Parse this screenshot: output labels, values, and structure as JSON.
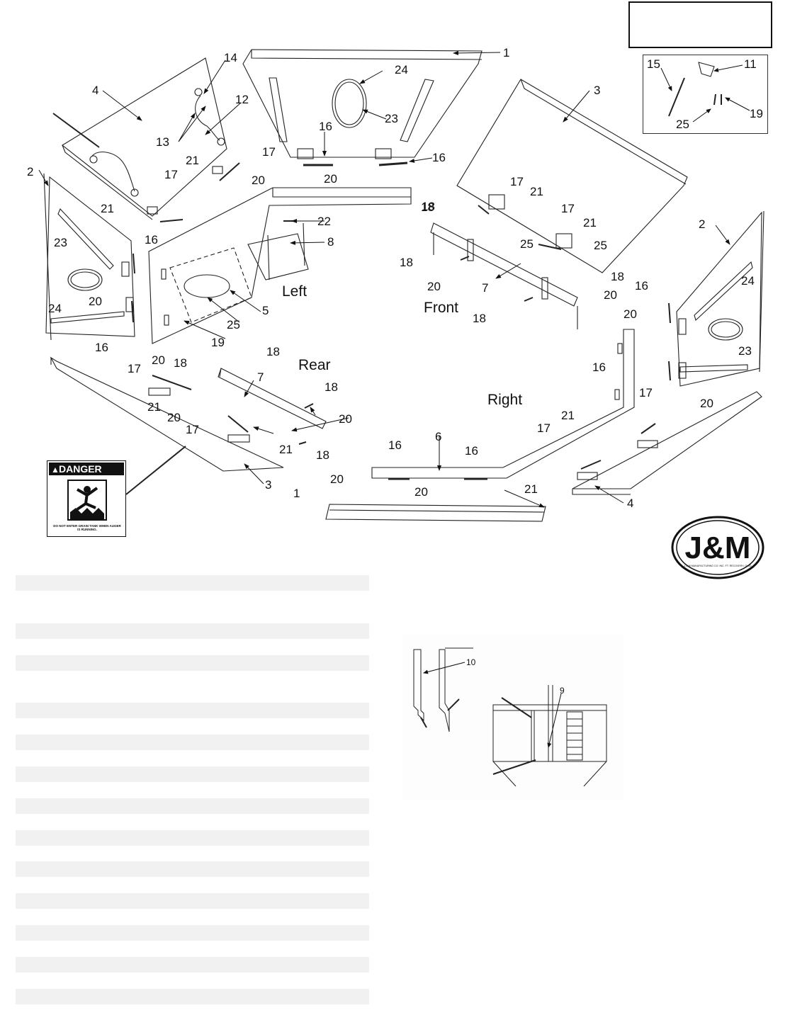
{
  "regions": {
    "left": "Left",
    "front": "Front",
    "rear": "Rear",
    "right": "Right"
  },
  "callouts": [
    {
      "id": "c1a",
      "text": "1"
    },
    {
      "id": "c1b",
      "text": "1"
    },
    {
      "id": "c2a",
      "text": "2"
    },
    {
      "id": "c2b",
      "text": "2"
    },
    {
      "id": "c3a",
      "text": "3"
    },
    {
      "id": "c3b",
      "text": "3"
    },
    {
      "id": "c4a",
      "text": "4"
    },
    {
      "id": "c4b",
      "text": "4"
    },
    {
      "id": "c5",
      "text": "5"
    },
    {
      "id": "c6",
      "text": "6"
    },
    {
      "id": "c7a",
      "text": "7"
    },
    {
      "id": "c7b",
      "text": "7"
    },
    {
      "id": "c8",
      "text": "8"
    },
    {
      "id": "c12",
      "text": "12"
    },
    {
      "id": "c13",
      "text": "13"
    },
    {
      "id": "c14",
      "text": "14"
    },
    {
      "id": "c16",
      "text": "16"
    },
    {
      "id": "c17",
      "text": "17"
    },
    {
      "id": "c18",
      "text": "18"
    },
    {
      "id": "c19",
      "text": "19"
    },
    {
      "id": "c20",
      "text": "20"
    },
    {
      "id": "c21",
      "text": "21"
    },
    {
      "id": "c22",
      "text": "22"
    },
    {
      "id": "c23",
      "text": "23"
    },
    {
      "id": "c24",
      "text": "24"
    },
    {
      "id": "c25",
      "text": "25"
    }
  ],
  "inset": {
    "labels": {
      "a": "15",
      "b": "11",
      "c": "25",
      "d": "19"
    }
  },
  "detail": {
    "labels": {
      "a": "10",
      "b": "9"
    }
  },
  "danger_sign": {
    "header": "DANGER",
    "icon": "warning-triangle-icon",
    "warning": "DO NOT ENTER GRAIN TANK WHEN AUGER IS RUNNING."
  },
  "logo": {
    "brand": "J&M",
    "fine_print": "J & M MANUFACTURING CO. INC. FT. RECOVERY, OHIO"
  }
}
